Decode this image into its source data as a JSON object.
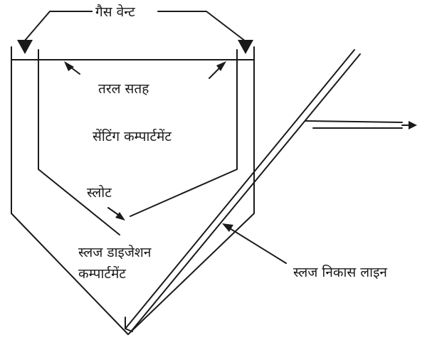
{
  "labels": {
    "gas_vent": "गैस वेन्ट",
    "liquid_surface": "तरल सतह",
    "settling_compartment": "सेंटिंग कम्पार्टमेंट",
    "slot": "स्लोट",
    "sludge_digestion_line1": "स्लज डाइजेशन",
    "sludge_digestion_line2": "कम्पार्टमेंट",
    "sludge_outlet_line": "स्लज निकास लाइन"
  },
  "colors": {
    "ink": "#1a1a1a",
    "background": "#ffffff"
  }
}
